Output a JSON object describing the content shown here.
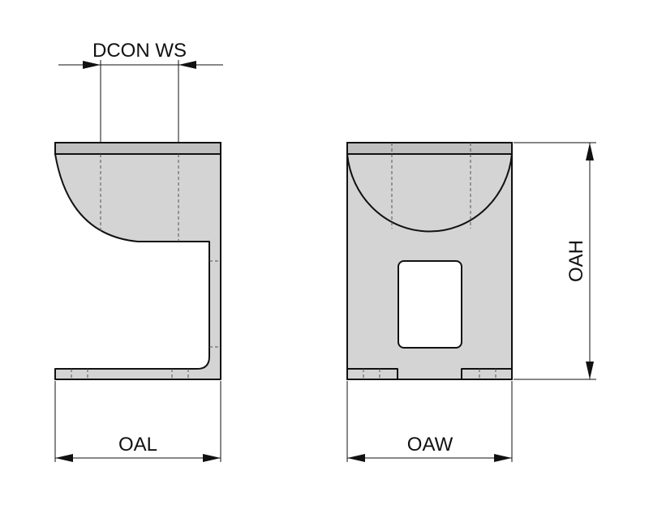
{
  "labels": {
    "dcon_ws": "DCON WS",
    "oal": "OAL",
    "oaw": "OAW",
    "oah": "OAH"
  },
  "colors": {
    "body_fill": "#d4d4d4",
    "cap_fill": "#bfbfbf",
    "line": "#111111"
  }
}
